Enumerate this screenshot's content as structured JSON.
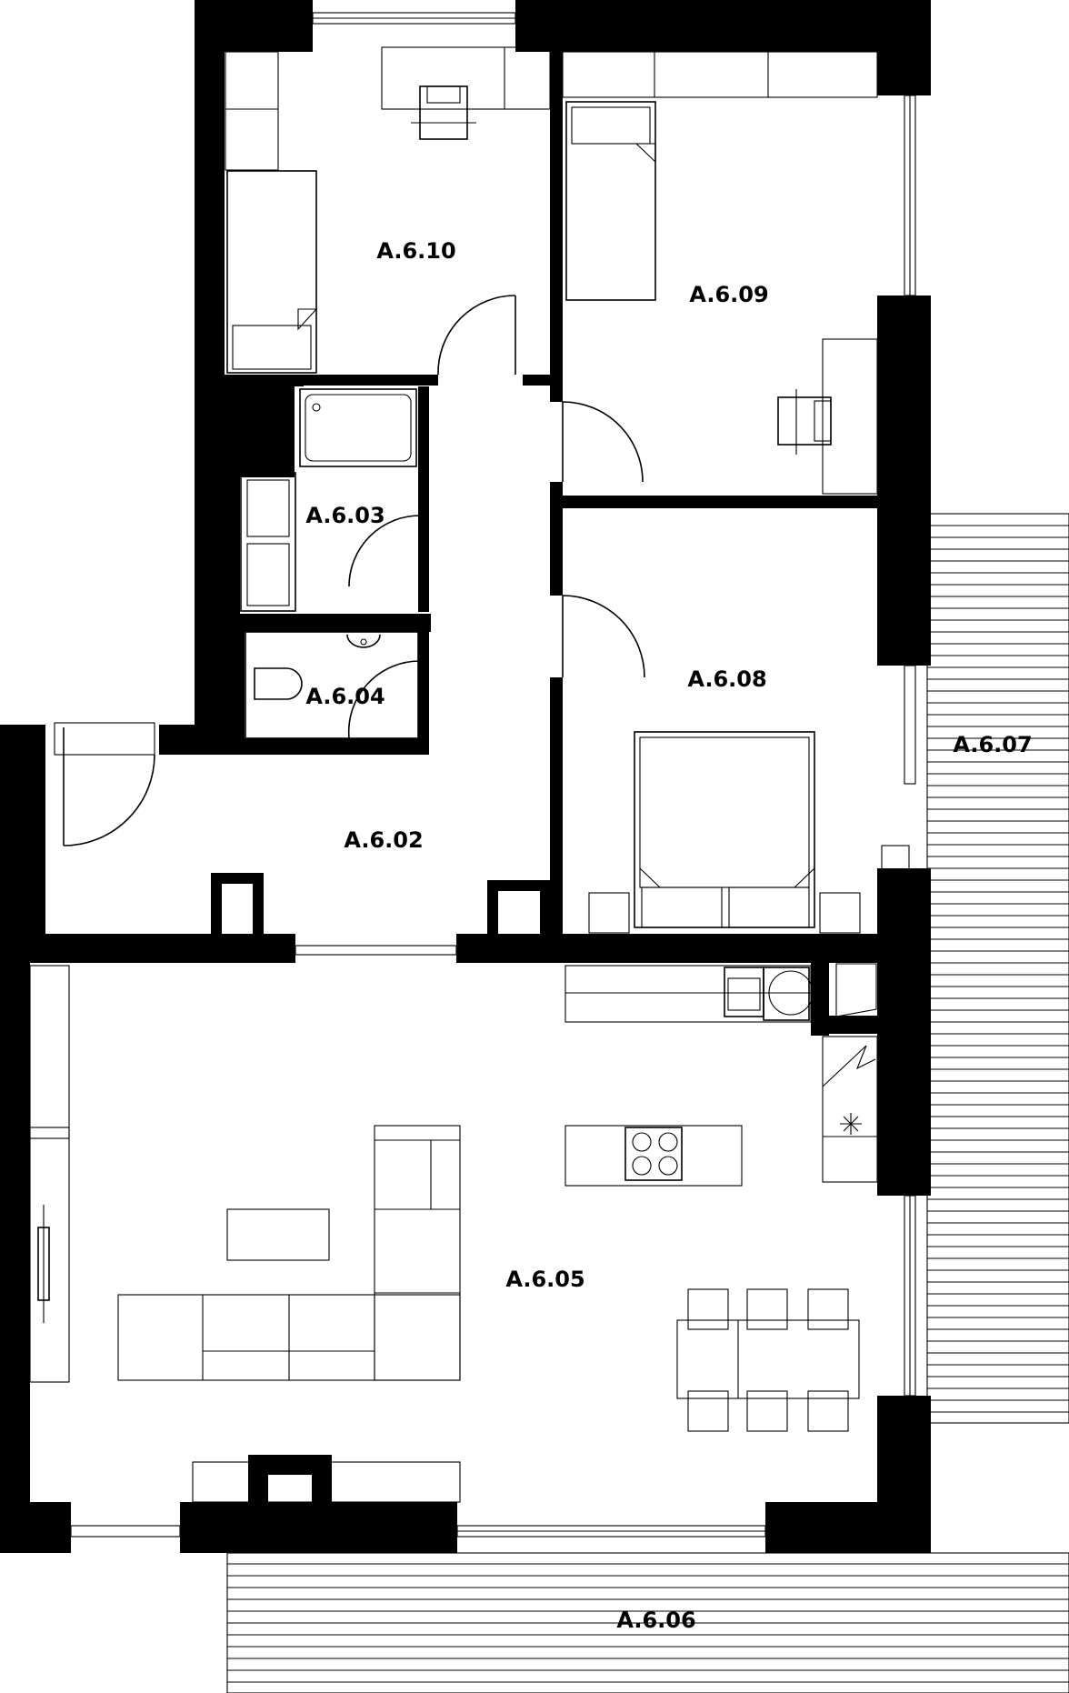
{
  "rooms": {
    "a610": "A.6.10",
    "a609": "A.6.09",
    "a603": "A.6.03",
    "a604": "A.6.04",
    "a608": "A.6.08",
    "a607": "A.6.07",
    "a602": "A.6.02",
    "a605": "A.6.05",
    "a606": "A.6.06"
  },
  "colors": {
    "ink": "#000000",
    "paper": "#ffffff"
  }
}
